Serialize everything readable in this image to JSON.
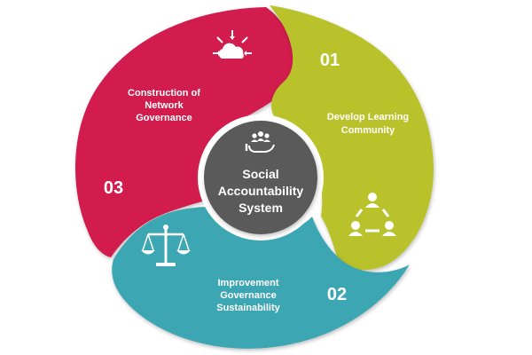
{
  "center": {
    "title_lines": [
      "Social",
      "Accountability",
      "System"
    ],
    "icon": "people-in-hand-icon"
  },
  "segments": [
    {
      "number": "01",
      "label_lines": [
        "Develop Learning",
        "Community"
      ],
      "icon": "team-network-icon",
      "color": "#B9C22A"
    },
    {
      "number": "02",
      "label_lines": [
        "Improvement",
        "Governance",
        "Sustainability"
      ],
      "icon": "balance-scale-icon",
      "color": "#3DA6B3"
    },
    {
      "number": "03",
      "label_lines": [
        "Construction of",
        "Network",
        "Governance"
      ],
      "icon": "cloud-inbound-arrows-icon",
      "color": "#D11F4E"
    }
  ],
  "colors": {
    "center": "#5A5A5A",
    "center_ring": "#FFFFFF",
    "text": "#FFFFFF"
  }
}
